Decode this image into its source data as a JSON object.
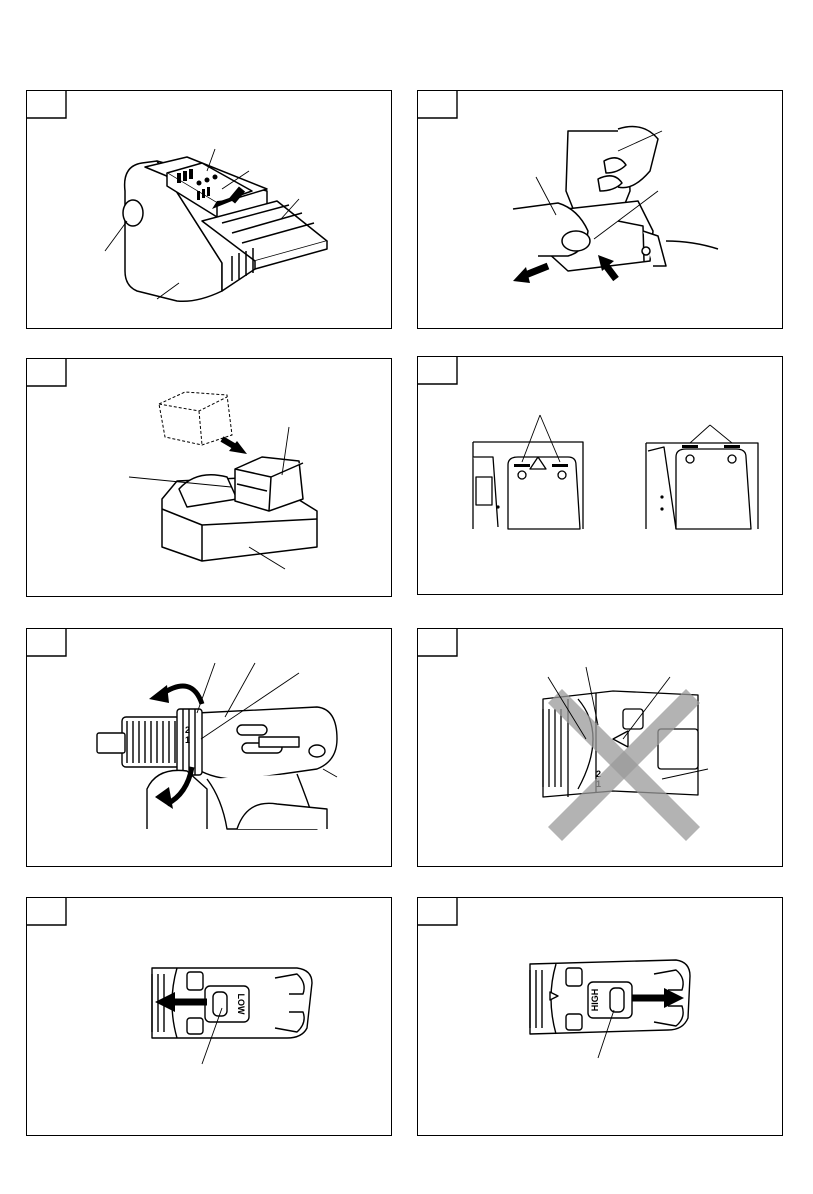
{
  "page": {
    "background": "#ffffff",
    "line_color": "#000000"
  },
  "figures": [
    {
      "id": "fig1",
      "subject": "battery-and-terminal-block"
    },
    {
      "id": "fig2",
      "subject": "battery-removal-from-grip"
    },
    {
      "id": "fig3",
      "subject": "battery-into-charger"
    },
    {
      "id": "fig4",
      "subject": "grip-mark-alignment"
    },
    {
      "id": "fig5",
      "subject": "clutch-ring-rotation"
    },
    {
      "id": "fig6",
      "subject": "clutch-incorrect-setting"
    },
    {
      "id": "fig7",
      "subject": "speed-switch-low"
    },
    {
      "id": "fig8",
      "subject": "speed-switch-high"
    }
  ],
  "switch_labels": {
    "low": "LOW",
    "high": "HIGH"
  },
  "clutch_numbers": [
    "2",
    "1"
  ]
}
